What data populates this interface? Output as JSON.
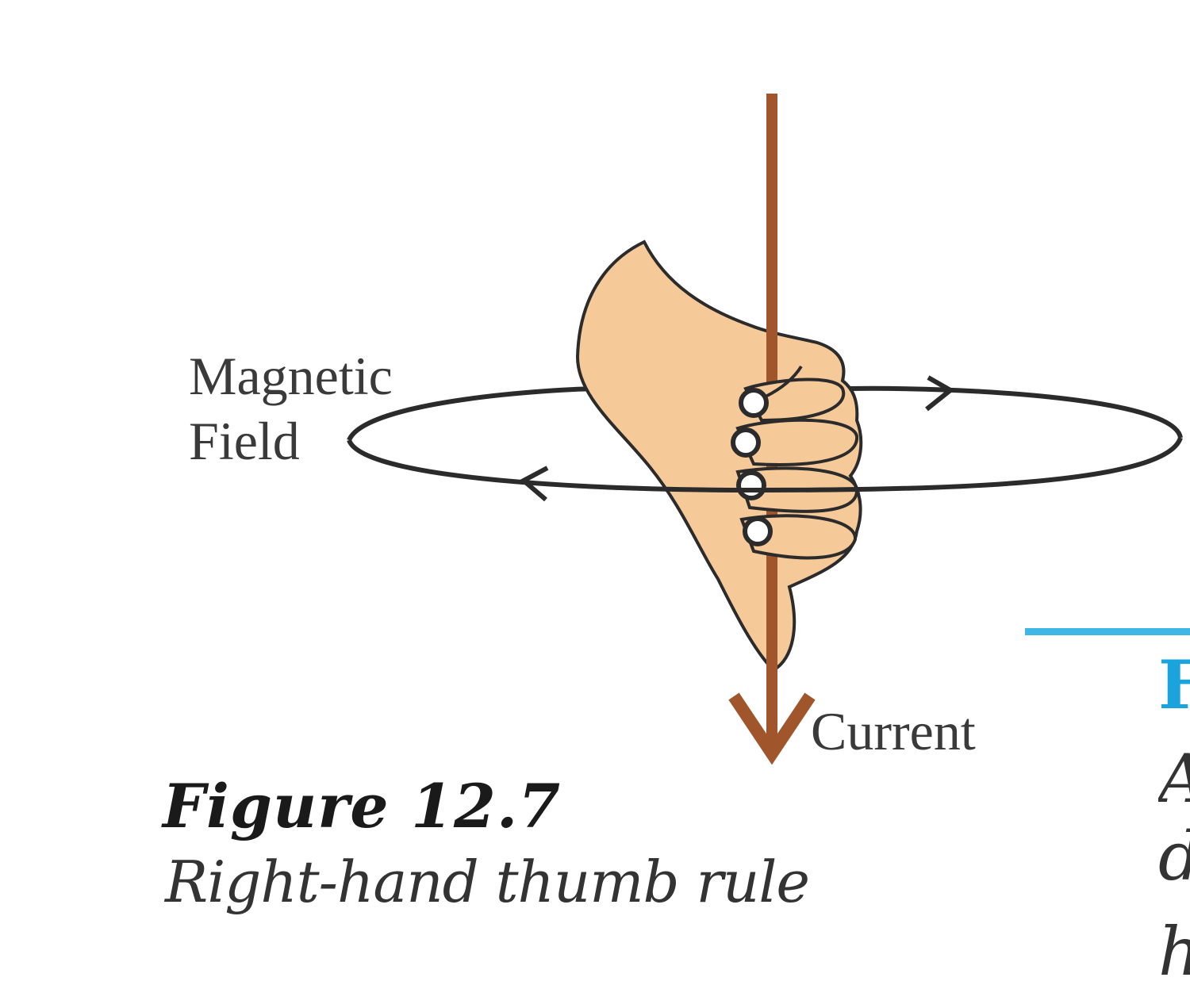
{
  "labels": {
    "field_line1": "Magnetic",
    "field_line2": "Field",
    "current": "Current"
  },
  "figure": {
    "number": "Figure  12.7",
    "caption": "Right-hand thumb rule"
  },
  "right_edge_fragments": [
    "F",
    "A",
    "d",
    "h"
  ],
  "colors": {
    "wire": "#a0562a",
    "hand_fill": "#f6c998",
    "hand_outline": "#2b2b2b",
    "field_loop": "#2b2b2b",
    "accent_rule": "#3fb6e6",
    "accent_text": "#1aa3dd"
  }
}
